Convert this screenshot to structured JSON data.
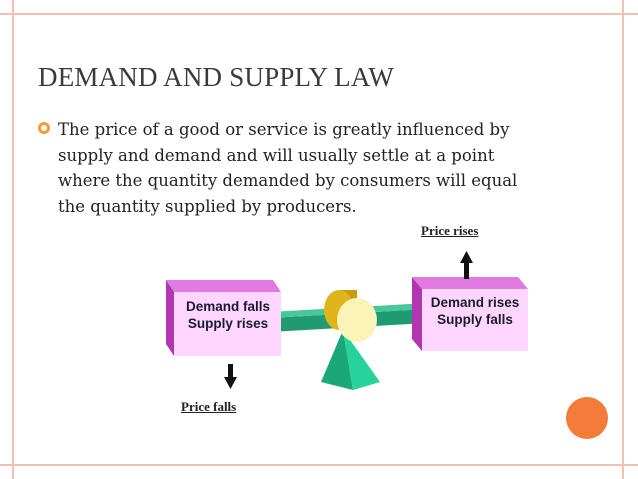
{
  "slide": {
    "title": "DEMAND AND SUPPLY LAW",
    "bullet_lines": [
      "The price of a good or service is greatly influenced by",
      "supply and demand and will usually settle at a point",
      "where the quantity demanded by consumers will equal",
      "the quantity supplied by producers."
    ]
  },
  "diagram": {
    "left_box": {
      "line1": "Demand falls",
      "line2": "Supply rises"
    },
    "right_box": {
      "line1": "Demand rises",
      "line2": "Supply falls"
    },
    "price_rises_label": "Price rises",
    "price_falls_label": "Price falls"
  },
  "colors": {
    "frame": "#f3c0b4",
    "bullet": "#f59a3b",
    "accent_circle": "#f47c3a",
    "box_front": "#ffd6ff",
    "box_side": "#c23ec2",
    "box_top": "#e07ae0",
    "beam": "#1f9a72",
    "fulcrum": "#22c48e",
    "cylinder": "#e8c21e"
  }
}
